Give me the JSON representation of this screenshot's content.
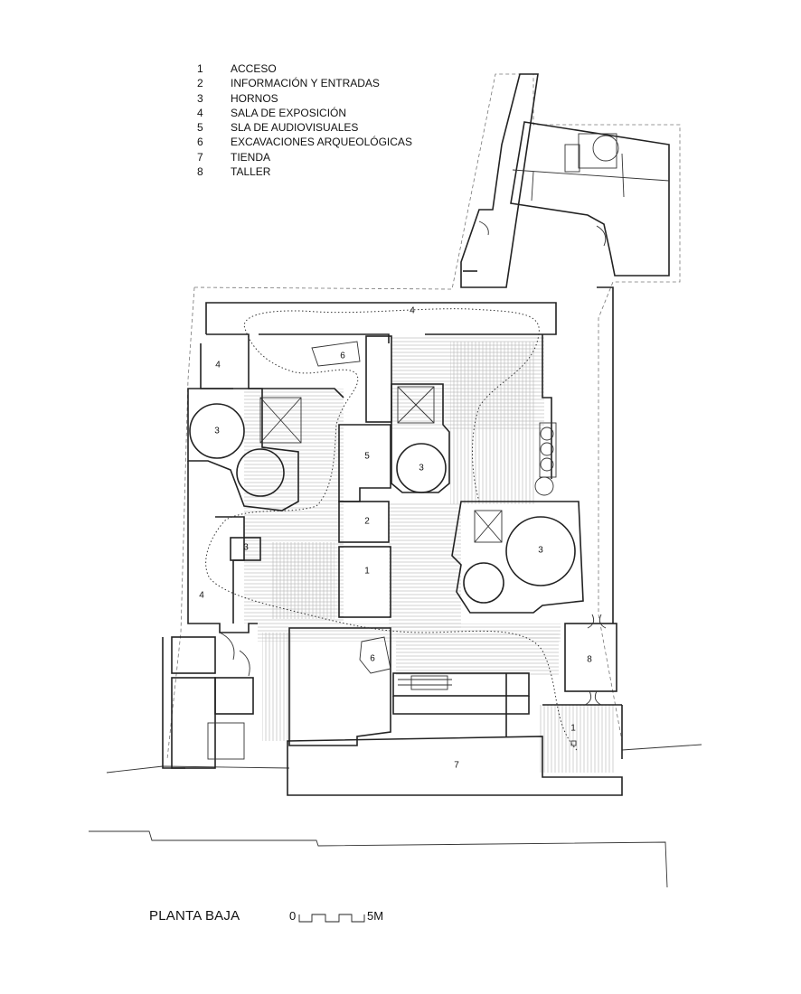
{
  "legend": [
    {
      "num": "1",
      "text": "ACCESO"
    },
    {
      "num": "2",
      "text": "INFORMACIÓN Y ENTRADAS"
    },
    {
      "num": "3",
      "text": "HORNOS"
    },
    {
      "num": "4",
      "text": "SALA DE EXPOSICIÓN"
    },
    {
      "num": "5",
      "text": "SLA DE AUDIOVISUALES"
    },
    {
      "num": "6",
      "text": "EXCAVACIONES ARQUEOLÓGICAS"
    },
    {
      "num": "7",
      "text": "TIENDA"
    },
    {
      "num": "8",
      "text": "TALLER"
    }
  ],
  "caption": "PLANTA BAJA",
  "scale": {
    "start": "0",
    "end": "5M"
  },
  "room_labels": {
    "acceso": "1",
    "informacion": "2",
    "horno_nw": "3",
    "horno_center": "3",
    "horno_e": "3",
    "horno_small": "3",
    "exposicion_top": "4",
    "exposicion_nw": "4",
    "exposicion_w": "4",
    "audiovisuales": "5",
    "excavaciones_n": "6",
    "excavaciones_s": "6",
    "tienda": "7",
    "taller": "8",
    "acceso_entry": "1"
  },
  "colors": {
    "line": "#222222",
    "hatch": "#bdbdbd",
    "dashed": "#777777",
    "background": "#ffffff"
  }
}
